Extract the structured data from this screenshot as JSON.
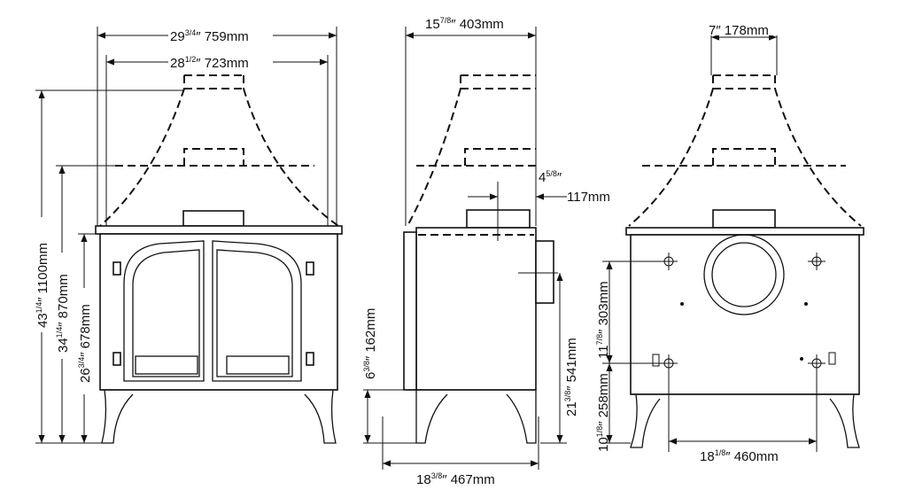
{
  "title": "Stove dimension drawing",
  "front_view": {
    "overall_width": {
      "whole": "29",
      "frac": "3/4",
      "mm": "759mm"
    },
    "hood_width": {
      "whole": "28",
      "frac": "1/2",
      "mm": "723mm"
    },
    "height_tall_hood": {
      "whole": "43",
      "frac": "1/4",
      "mm": "1100mm"
    },
    "height_short_hood": {
      "whole": "34",
      "frac": "1/4",
      "mm": "870mm"
    },
    "height_body": {
      "whole": "26",
      "frac": "3/4",
      "mm": "678mm"
    }
  },
  "side_view": {
    "depth_top": {
      "whole": "15",
      "frac": "7/8",
      "mm": "403mm"
    },
    "flue_offset": {
      "whole": "4",
      "frac": "5/8",
      "mm": "117mm"
    },
    "leg_height": {
      "whole": "6",
      "frac": "3/8",
      "mm": "162mm"
    },
    "rear_outlet_height": {
      "whole": "21",
      "frac": "3/8",
      "mm": "541mm"
    },
    "depth_base": {
      "whole": "18",
      "frac": "3/8",
      "mm": "467mm"
    }
  },
  "rear_view": {
    "flue_width": {
      "whole": "7",
      "frac": "",
      "mm": "178mm"
    },
    "upper_spacing": {
      "whole": "11",
      "frac": "7/8",
      "mm": "303mm"
    },
    "lower_height": {
      "whole": "10",
      "frac": "1/8",
      "mm": "258mm"
    },
    "fixing_spacing": {
      "whole": "18",
      "frac": "1/8",
      "mm": "460mm"
    }
  }
}
